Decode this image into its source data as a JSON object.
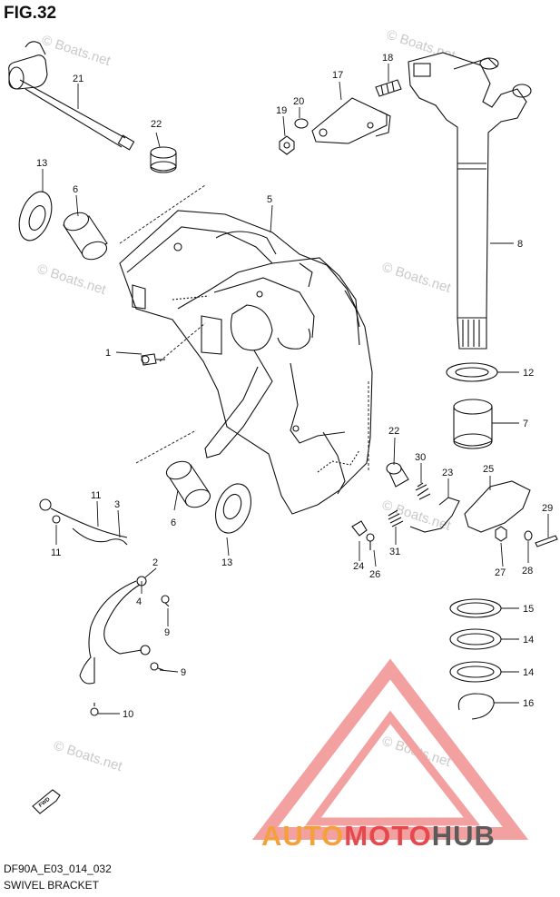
{
  "figure": {
    "title": "FIG.32",
    "code": "DF90A_E03_014_032",
    "name": "SWIVEL BRACKET"
  },
  "watermark": {
    "text": "© Boats.net"
  },
  "logo": {
    "part1": "AUTO",
    "part2": "MOTO",
    "part3": "HUB",
    "colors": {
      "auto": "#f4a13c",
      "moto": "#e5484d",
      "hub": "#5b5b5b",
      "triangle": "#f2a0a0"
    }
  },
  "direction": {
    "label": "FWD"
  },
  "callouts": {
    "c1": "1",
    "c2": "2",
    "c3": "3",
    "c4": "4",
    "c5": "5",
    "c6a": "6",
    "c6b": "6",
    "c7": "7",
    "c8": "8",
    "c9a": "9",
    "c9b": "9",
    "c10": "10",
    "c11a": "11",
    "c11b": "11",
    "c12": "12",
    "c13a": "13",
    "c13b": "13",
    "c14a": "14",
    "c14b": "14",
    "c15": "15",
    "c16": "16",
    "c17": "17",
    "c18": "18",
    "c19": "19",
    "c20": "20",
    "c21": "21",
    "c22a": "22",
    "c22b": "22",
    "c23": "23",
    "c24": "24",
    "c25": "25",
    "c26": "26",
    "c27": "27",
    "c28": "28",
    "c29": "29",
    "c30": "30",
    "c31": "31"
  }
}
